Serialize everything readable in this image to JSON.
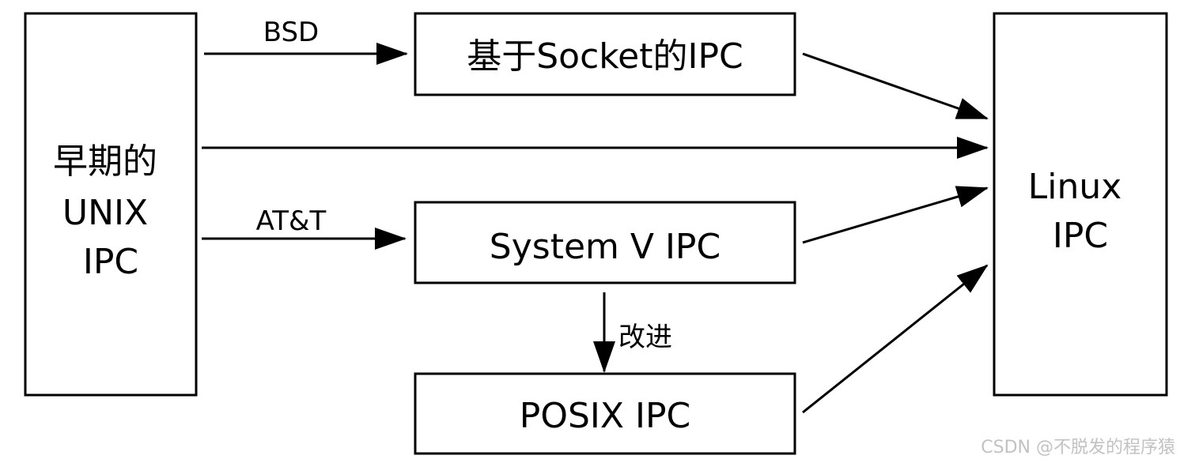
{
  "nodes": {
    "early_unix_ipc": {
      "lines": [
        "早期的",
        "UNIX",
        "IPC"
      ]
    },
    "socket_ipc": {
      "lines": [
        "基于Socket的IPC"
      ]
    },
    "system_v_ipc": {
      "lines": [
        "System V IPC"
      ]
    },
    "posix_ipc": {
      "lines": [
        "POSIX IPC"
      ]
    },
    "linux_ipc": {
      "lines": [
        "Linux",
        "IPC"
      ]
    }
  },
  "edges": {
    "bsd": {
      "from": "early_unix_ipc",
      "to": "socket_ipc",
      "label": "BSD"
    },
    "direct": {
      "from": "early_unix_ipc",
      "to": "linux_ipc",
      "label": ""
    },
    "att": {
      "from": "early_unix_ipc",
      "to": "system_v_ipc",
      "label": "AT&T"
    },
    "improve": {
      "from": "system_v_ipc",
      "to": "posix_ipc",
      "label": "改进"
    },
    "socket_to_linux": {
      "from": "socket_ipc",
      "to": "linux_ipc",
      "label": ""
    },
    "systemv_to_linux": {
      "from": "system_v_ipc",
      "to": "linux_ipc",
      "label": ""
    },
    "posix_to_linux": {
      "from": "posix_ipc",
      "to": "linux_ipc",
      "label": ""
    }
  },
  "watermark": "CSDN @不脱发的程序猿",
  "colors": {
    "stroke": "#000000",
    "background": "#ffffff",
    "watermark": "#c2c2c2"
  }
}
